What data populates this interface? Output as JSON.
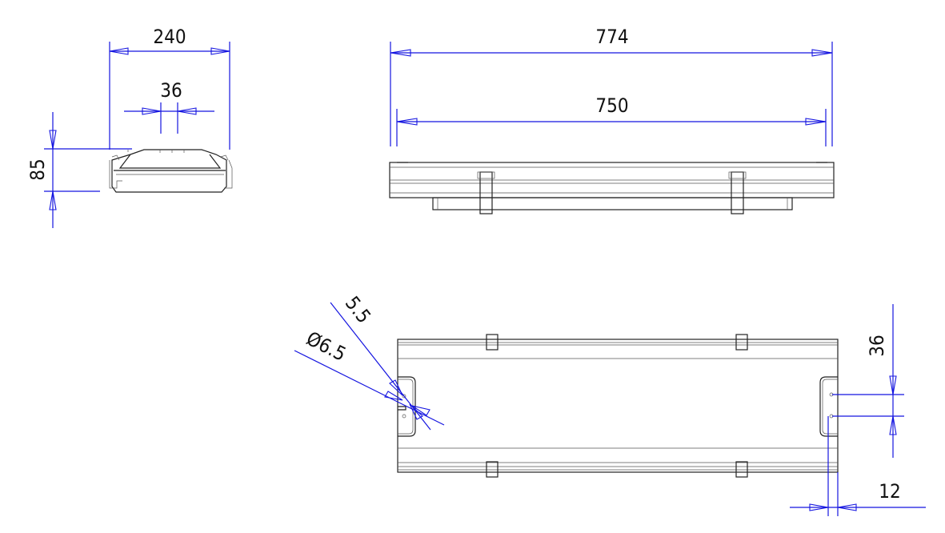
{
  "dimensions": {
    "side_width": "240",
    "side_center_gap": "36",
    "side_height": "85",
    "overall_length": "774",
    "mounting_length": "750",
    "slot_width": "5.5",
    "hole_diameter": "Ø6.5",
    "hole_spacing": "36",
    "hole_edge_offset": "12"
  },
  "colors": {
    "dimension": "#1515e0",
    "outline": "#222222"
  }
}
